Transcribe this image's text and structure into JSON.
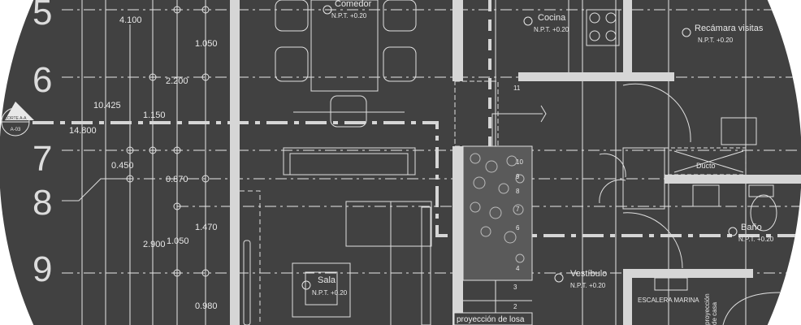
{
  "drawing": {
    "axis_labels": [
      "5",
      "6",
      "7",
      "8",
      "9"
    ],
    "dimensions": [
      "4.100",
      "1.050",
      "2.200",
      "10.425",
      "1.150",
      "14.800",
      "0.450",
      "0.870",
      "1.470",
      "2.900",
      "1.050",
      "0.980"
    ],
    "section_marker": {
      "title": "CORTE A-A",
      "sheet": "A-03"
    },
    "rooms": [
      {
        "name": "Comedor",
        "level": "N.P.T. +0.20"
      },
      {
        "name": "Cocina",
        "level": "N.P.T. +0.20"
      },
      {
        "name": "Recámara visitas",
        "level": "N.P.T. +0.20"
      },
      {
        "name": "Sala",
        "level": "N.P.T. +0.20"
      },
      {
        "name": "Vestíbulo",
        "level": "N.P.T. +0.20"
      },
      {
        "name": "Baño",
        "level": "N.P.T. +0.20"
      }
    ],
    "labels": {
      "ducto": "Ducto",
      "escalera": "ESCALERA MARINA",
      "proyeccion_losa": "proyección de losa",
      "proyeccion_casa": "proyección",
      "de_casa": "de casa"
    },
    "stair_steps": [
      "11",
      "10",
      "9",
      "8",
      "7",
      "6",
      "4",
      "3",
      "2"
    ],
    "colors": {
      "background": "#414141",
      "lines": "#e6e6e6",
      "walls": "#d6d6d6"
    }
  }
}
